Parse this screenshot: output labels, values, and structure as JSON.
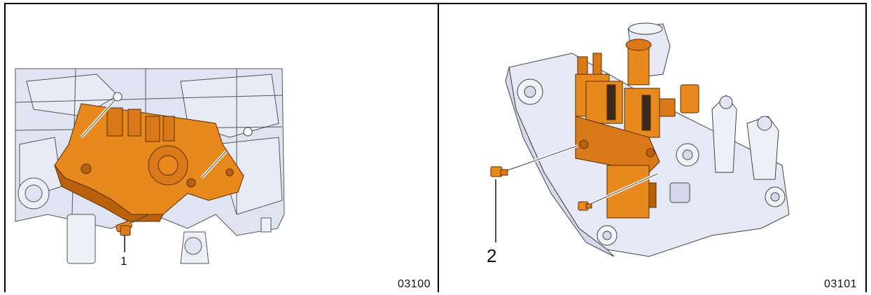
{
  "panels": [
    {
      "figure_code": "03100",
      "callout": "1",
      "illustration": "engine-pump-bracket-mounting"
    },
    {
      "figure_code": "03101",
      "callout": "2",
      "illustration": "valve-block-on-bracket"
    }
  ],
  "colors": {
    "component": "#e8891e",
    "component_shadow": "#b8620d",
    "engine_block": "#dfe3f2",
    "line": "#2a2a2a"
  }
}
